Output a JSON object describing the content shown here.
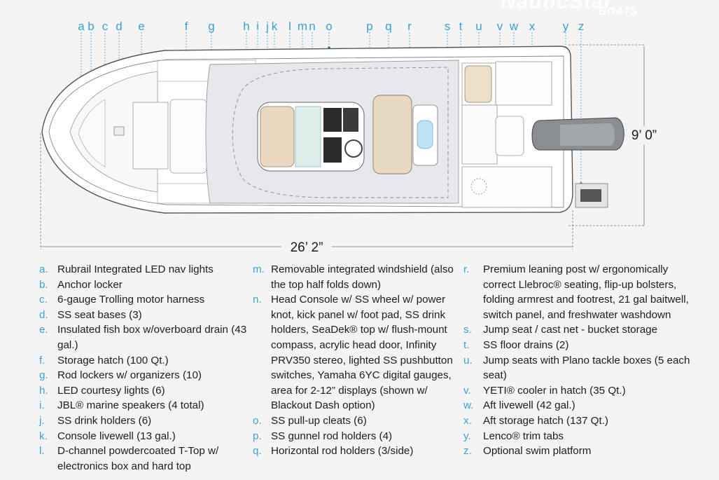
{
  "brand": {
    "name": "NauticStar",
    "sub": "BOATS"
  },
  "dimensions": {
    "length": "26’ 2”",
    "beam": "9’ 0”"
  },
  "callout_letters": [
    "a",
    "b",
    "c",
    "d",
    "e",
    "f",
    "g",
    "h",
    "i",
    "j",
    "k",
    "l",
    "m",
    "n",
    "o",
    "p",
    "q",
    "r",
    "s",
    "t",
    "u",
    "v",
    "w",
    "x",
    "y",
    "z"
  ],
  "legend": [
    [
      {
        "letter": "a.",
        "text": "Rubrail Integrated LED nav lights"
      },
      {
        "letter": "b.",
        "text": "Anchor locker"
      },
      {
        "letter": "c.",
        "text": "6-gauge Trolling motor harness"
      },
      {
        "letter": "d.",
        "text": "SS seat bases (3)"
      },
      {
        "letter": "e.",
        "text": "Insulated fish box w/overboard drain (43 gal.)"
      },
      {
        "letter": "f.",
        "text": "Storage hatch (100 Qt.)"
      },
      {
        "letter": "g.",
        "text": "Rod lockers w/ organizers (10)"
      },
      {
        "letter": "h.",
        "text": "LED courtesy lights (6)"
      },
      {
        "letter": "i.",
        "text": "JBL® marine speakers (4 total)"
      },
      {
        "letter": "j.",
        "text": "SS drink holders (6)"
      },
      {
        "letter": "k.",
        "text": "Console livewell (13 gal.)"
      },
      {
        "letter": "l.",
        "text": "D-channel powdercoated T-Top w/ electronics box and hard top"
      }
    ],
    [
      {
        "letter": "m.",
        "text": "Removable integrated windshield (also the top half folds down)"
      },
      {
        "letter": "n.",
        "text": "Head Console w/ SS wheel w/ power knot, kick panel w/ foot pad, SS drink holders, SeaDek® top w/ flush-mount compass, acrylic head door, Infinity PRV350 stereo, lighted SS pushbutton switches, Yamaha 6YC digital gauges, area for 2-12” displays (shown w/ Blackout Dash option)"
      },
      {
        "letter": "o.",
        "text": "SS pull-up cleats (6)"
      },
      {
        "letter": "p.",
        "text": "SS gunnel rod holders (4)"
      },
      {
        "letter": "q.",
        "text": "Horizontal rod holders (3/side)"
      }
    ],
    [
      {
        "letter": "r.",
        "text": "Premium leaning post w/ ergonomically correct Llebroc® seating, flip-up bolsters, folding armrest and footrest, 21 gal baitwell, switch panel, and freshwater washdown"
      },
      {
        "letter": "s.",
        "text": "Jump seat / cast net - bucket storage"
      },
      {
        "letter": "t.",
        "text": "SS floor drains (2)"
      },
      {
        "letter": "u.",
        "text": "Jump seats with Plano tackle boxes (5 each seat)"
      },
      {
        "letter": "v.",
        "text": "YETI® cooler in hatch (35 Qt.)"
      },
      {
        "letter": "w.",
        "text": "Aft livewell (42 gal.)"
      },
      {
        "letter": "x.",
        "text": "Aft storage hatch (137 Qt.)"
      },
      {
        "letter": "y.",
        "text": "Lenco® trim tabs"
      },
      {
        "letter": "z.",
        "text": "Optional swim platform"
      }
    ]
  ]
}
